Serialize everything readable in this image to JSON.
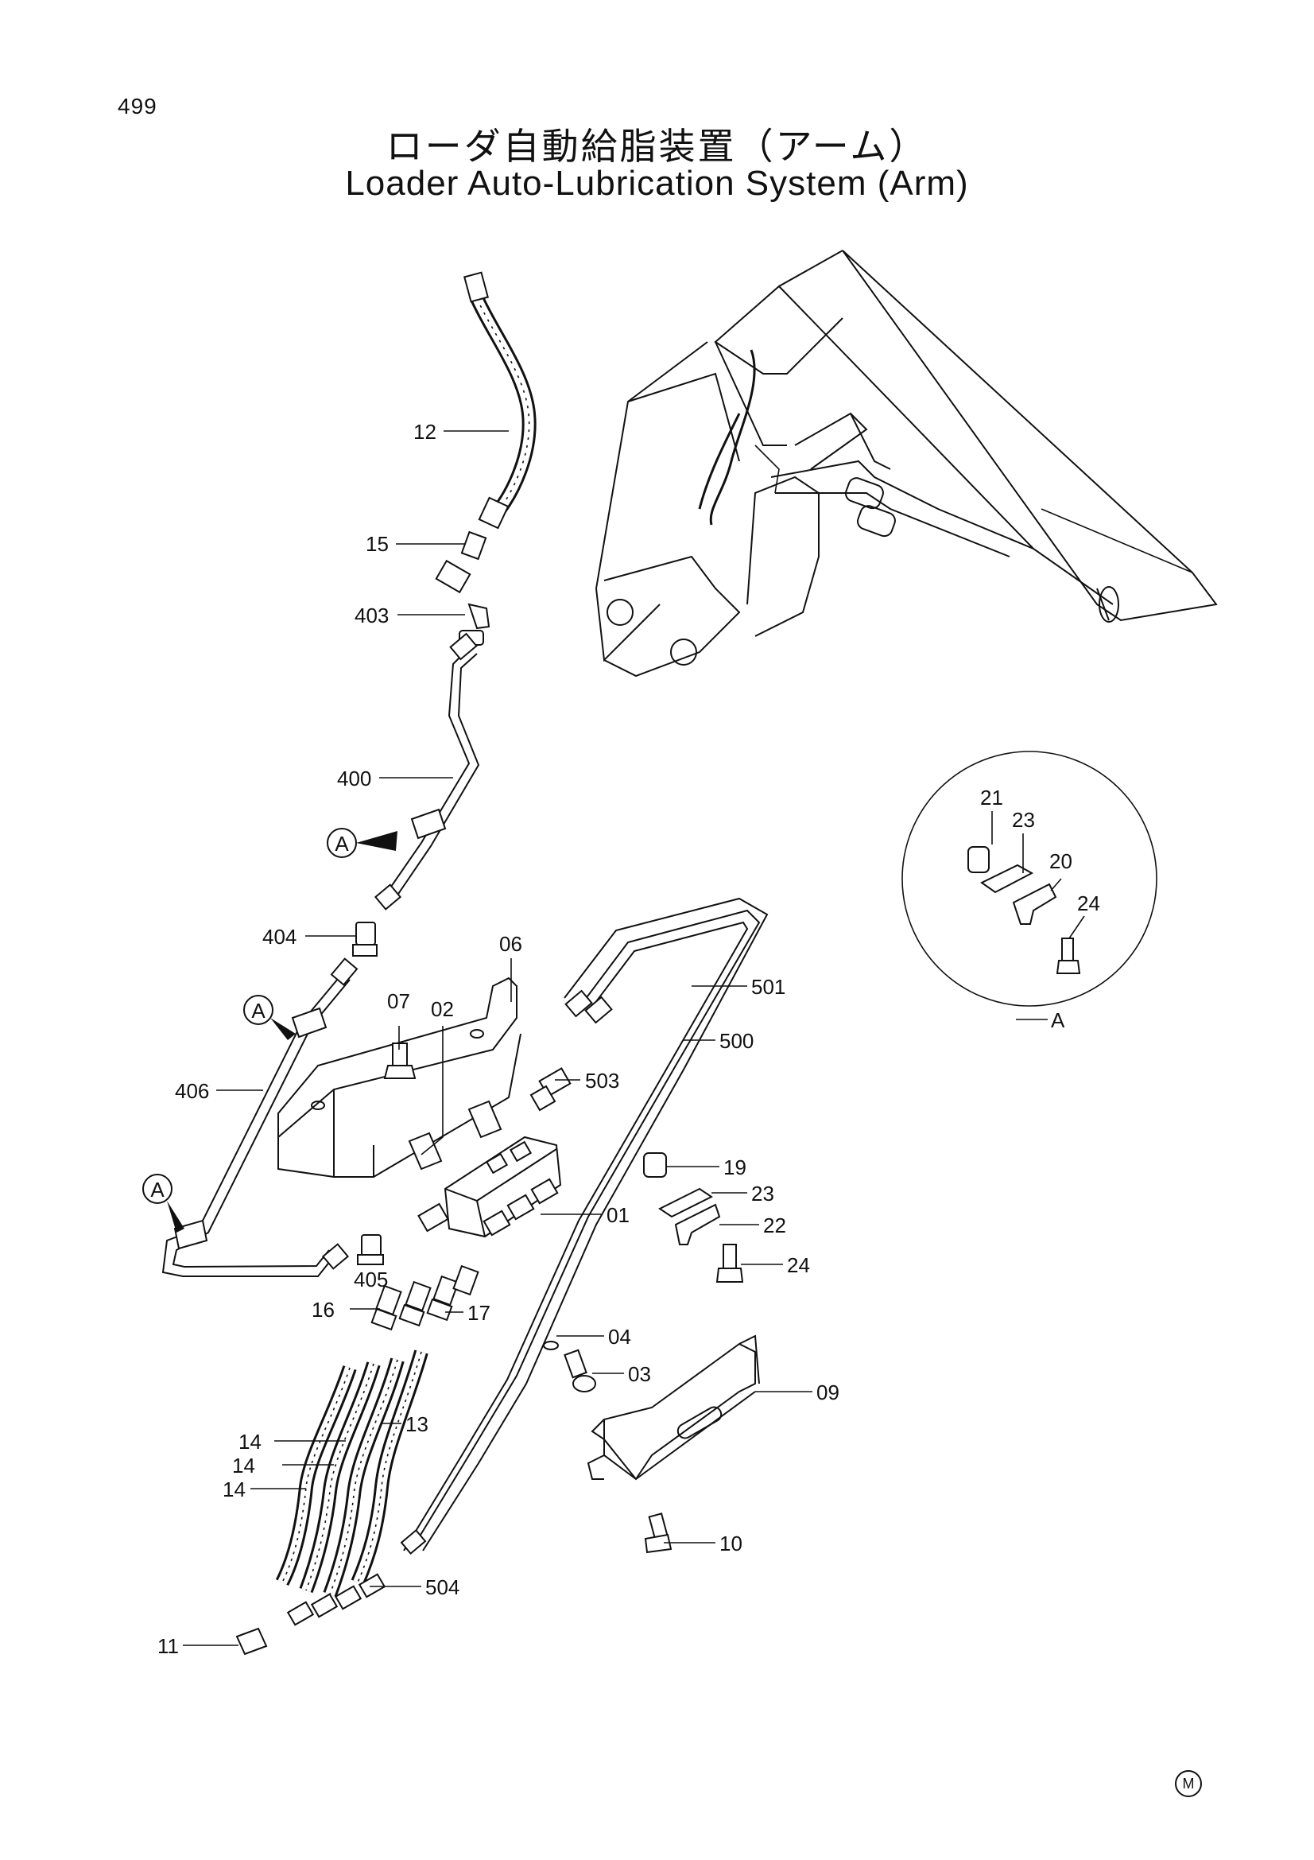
{
  "page": {
    "number": "499",
    "title_jp": "ローダ自動給脂装置（アーム）",
    "title_en": "Loader Auto-Lubrication System (Arm)",
    "mark": "M"
  },
  "callouts": {
    "p12": "12",
    "p15": "15",
    "p403": "403",
    "p400": "400",
    "p404": "404",
    "p406": "406",
    "p405": "405",
    "p16": "16",
    "p17": "17",
    "p13": "13",
    "p14a": "14",
    "p14b": "14",
    "p14c": "14",
    "p11": "11",
    "p504": "504",
    "p07": "07",
    "p02": "02",
    "p06": "06",
    "p501": "501",
    "p500": "500",
    "p503": "503",
    "p19": "19",
    "p23": "23",
    "p22": "22",
    "p24": "24",
    "p01": "01",
    "p04": "04",
    "p03": "03",
    "p09": "09",
    "p10": "10",
    "d21": "21",
    "d23": "23",
    "d20": "20",
    "d24": "24"
  },
  "view_markers": {
    "ref1": "A",
    "ref2": "A",
    "ref3": "A",
    "detail": "A"
  }
}
